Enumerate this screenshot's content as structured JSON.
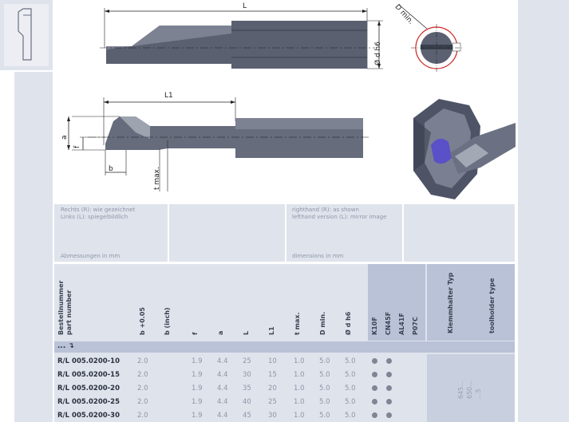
{
  "notes": {
    "de_line1": "Rechts (R): wie gezeichnet",
    "de_line2": "Links (L): spiegelbildlich",
    "de_dims": "Abmessungen in mm",
    "en_line1": "righthand (R): as shown",
    "en_line2": "lefthand version (L): mirror image",
    "en_dims": "dimensions in mm"
  },
  "drawing": {
    "top": {
      "L": "L",
      "d": "Ø d h6",
      "dmin": "D min."
    },
    "side": {
      "L1": "L1",
      "a": "a",
      "f": "f",
      "b": "b",
      "tmax": "t max."
    }
  },
  "table": {
    "headers": {
      "part_de": "Bestellnummer",
      "part_en": "part number",
      "b": "b +0.05",
      "binch": "b (inch)",
      "f": "f",
      "a": "a",
      "L": "L",
      "L1": "L1",
      "tmax": "t max.",
      "dmin": "D min.",
      "d": "Ø d h6",
      "g1": "K10F",
      "g2": "CN45F",
      "g3": "AL41F",
      "g4": "P07C",
      "holder_de": "Klemmhalter Typ",
      "holder_en": "toolholder type"
    },
    "group_label": "... ↴",
    "rows": [
      {
        "part": "R/L 005.0200-10",
        "b": "2.0",
        "f": "1.9",
        "a": "4.4",
        "L": "25",
        "L1": "10",
        "tmax": "1.0",
        "dmin": "5.0",
        "d": "5.0"
      },
      {
        "part": "R/L 005.0200-15",
        "b": "2.0",
        "f": "1.9",
        "a": "4.4",
        "L": "30",
        "L1": "15",
        "tmax": "1.0",
        "dmin": "5.0",
        "d": "5.0"
      },
      {
        "part": "R/L 005.0200-20",
        "b": "2.0",
        "f": "1.9",
        "a": "4.4",
        "L": "35",
        "L1": "20",
        "tmax": "1.0",
        "dmin": "5.0",
        "d": "5.0"
      },
      {
        "part": "R/L 005.0200-25",
        "b": "2.0",
        "f": "1.9",
        "a": "4.4",
        "L": "40",
        "L1": "25",
        "tmax": "1.0",
        "dmin": "5.0",
        "d": "5.0"
      },
      {
        "part": "R/L 005.0200-30",
        "b": "2.0",
        "f": "1.9",
        "a": "4.4",
        "L": "45",
        "L1": "30",
        "tmax": "1.0",
        "dmin": "5.0",
        "d": "5.0"
      }
    ],
    "holder_values": [
      "645...",
      "650...",
      "...5"
    ]
  }
}
